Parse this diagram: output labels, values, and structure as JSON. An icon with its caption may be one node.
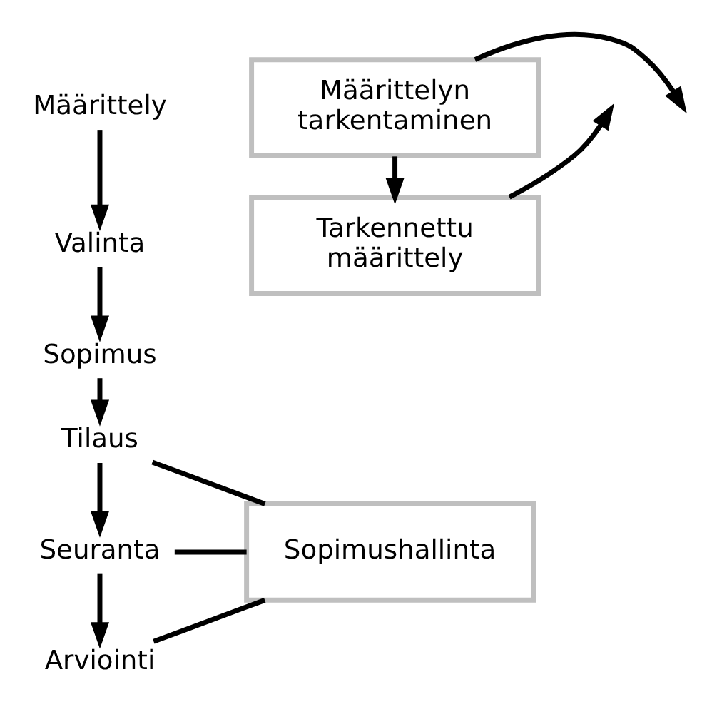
{
  "diagram": {
    "nodes": [
      {
        "text": [
          "Määrittely"
        ]
      },
      {
        "text": [
          "Valinta"
        ]
      },
      {
        "text": [
          "Sopimus"
        ]
      },
      {
        "text": [
          "Tilaus"
        ]
      },
      {
        "text": [
          "Seuranta"
        ]
      },
      {
        "text": [
          "Arviointi"
        ]
      },
      {
        "text": [
          "Määrittelyn tarkentaminen"
        ]
      },
      {
        "text": [
          "Tarkennettu määrittely"
        ]
      },
      {
        "text": [
          "Sopimushallinta"
        ]
      }
    ],
    "edges": [
      {
        "from": 0,
        "to": 1,
        "arrow": "to"
      },
      {
        "from": 1,
        "to": 2,
        "arrow": "to"
      },
      {
        "from": 2,
        "to": 3,
        "arrow": "to"
      },
      {
        "from": 3,
        "to": 4,
        "arrow": "to"
      },
      {
        "from": 4,
        "to": 5,
        "arrow": "to"
      },
      {
        "from": 6,
        "to": 7,
        "arrow": "to"
      },
      {
        "from": 6,
        "to": null,
        "arrow": "to"
      },
      {
        "from": 7,
        "to": null,
        "arrow": "to"
      },
      {
        "from": 8,
        "to": 3,
        "arrow": "none"
      },
      {
        "from": 8,
        "to": 4,
        "arrow": "none"
      },
      {
        "from": 8,
        "to": 5,
        "arrow": "none"
      }
    ]
  }
}
